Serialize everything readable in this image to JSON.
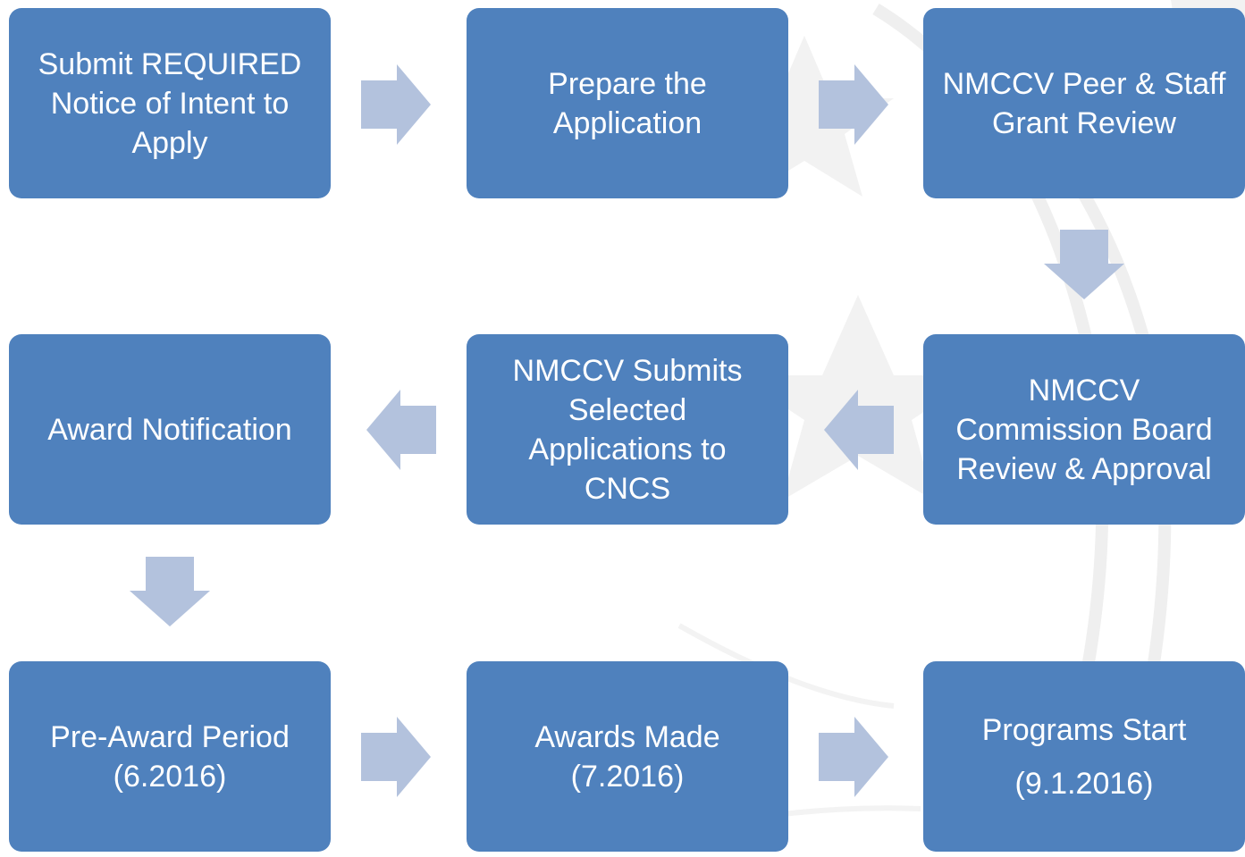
{
  "colors": {
    "box_fill": "#4f81bd",
    "box_text": "#ffffff",
    "arrow_fill": "#b3c2dd",
    "background": "#ffffff"
  },
  "steps": [
    {
      "lines": [
        "Submit REQUIRED",
        "Notice of Intent to",
        "Apply"
      ]
    },
    {
      "lines": [
        "Prepare the",
        "Application"
      ]
    },
    {
      "lines": [
        "NMCCV Peer & Staff",
        "Grant Review"
      ]
    },
    {
      "lines": [
        "NMCCV",
        "Commission Board",
        "Review & Approval"
      ]
    },
    {
      "lines": [
        "NMCCV Submits",
        "Selected",
        "Applications to",
        "CNCS"
      ]
    },
    {
      "lines": [
        "Award Notification"
      ]
    },
    {
      "lines": [
        "Pre-Award Period",
        "(6.2016)"
      ]
    },
    {
      "lines": [
        "Awards Made",
        "(7.2016)"
      ]
    },
    {
      "lines": [
        "Programs Start",
        "(9.1.2016)"
      ]
    }
  ],
  "arrows": [
    {
      "from": 1,
      "to": 2,
      "direction": "right"
    },
    {
      "from": 2,
      "to": 3,
      "direction": "right"
    },
    {
      "from": 3,
      "to": 4,
      "direction": "down"
    },
    {
      "from": 4,
      "to": 5,
      "direction": "left"
    },
    {
      "from": 5,
      "to": 6,
      "direction": "left"
    },
    {
      "from": 6,
      "to": 7,
      "direction": "down"
    },
    {
      "from": 7,
      "to": 8,
      "direction": "right"
    },
    {
      "from": 8,
      "to": 9,
      "direction": "right"
    }
  ]
}
